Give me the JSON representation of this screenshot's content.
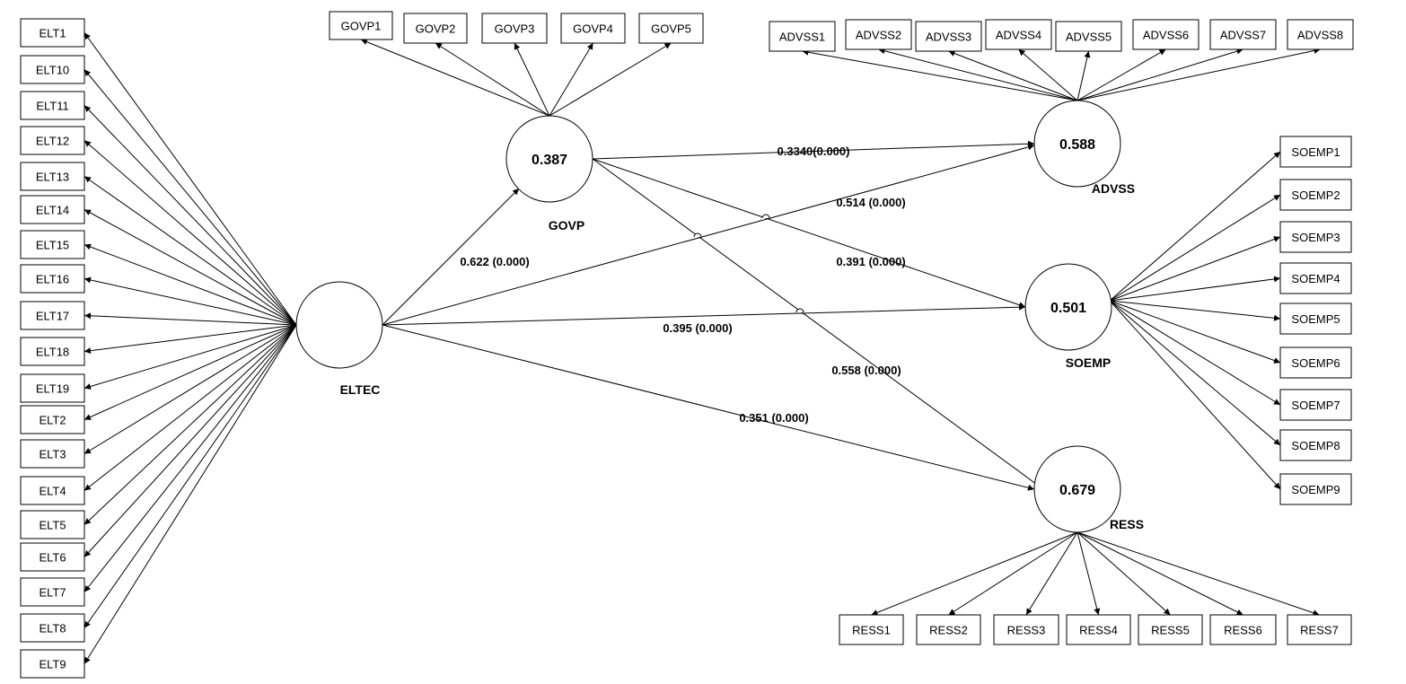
{
  "latent_variables": [
    {
      "id": "ELTEC",
      "name": "ELTEC",
      "r2": ""
    },
    {
      "id": "GOVP",
      "name": "GOVP",
      "r2": "0.387"
    },
    {
      "id": "ADVSS",
      "name": "ADVSS",
      "r2": "0.588"
    },
    {
      "id": "SOEMP",
      "name": "SOEMP",
      "r2": "0.501"
    },
    {
      "id": "RESS",
      "name": "RESS",
      "r2": "0.679"
    }
  ],
  "indicators": {
    "ELTEC": [
      "ELT1",
      "ELT10",
      "ELT11",
      "ELT12",
      "ELT13",
      "ELT14",
      "ELT15",
      "ELT16",
      "ELT17",
      "ELT18",
      "ELT19",
      "ELT2",
      "ELT3",
      "ELT4",
      "ELT5",
      "ELT6",
      "ELT7",
      "ELT8",
      "ELT9"
    ],
    "GOVP": [
      "GOVP1",
      "GOVP2",
      "GOVP3",
      "GOVP4",
      "GOVP5"
    ],
    "ADVSS": [
      "ADVSS1",
      "ADVSS2",
      "ADVSS3",
      "ADVSS4",
      "ADVSS5",
      "ADVSS6",
      "ADVSS7",
      "ADVSS8"
    ],
    "SOEMP": [
      "SOEMP1",
      "SOEMP2",
      "SOEMP3",
      "SOEMP4",
      "SOEMP5",
      "SOEMP6",
      "SOEMP7",
      "SOEMP8",
      "SOEMP9"
    ],
    "RESS": [
      "RESS1",
      "RESS2",
      "RESS3",
      "RESS4",
      "RESS5",
      "RESS6",
      "RESS7"
    ]
  },
  "paths": [
    {
      "from": "ELTEC",
      "to": "GOVP",
      "label": "0.622 (0.000)"
    },
    {
      "from": "ELTEC",
      "to": "ADVSS",
      "label": "0.514 (0.000)"
    },
    {
      "from": "ELTEC",
      "to": "SOEMP",
      "label": "0.395 (0.000)"
    },
    {
      "from": "ELTEC",
      "to": "RESS",
      "label": "0.351 (0.000)"
    },
    {
      "from": "GOVP",
      "to": "ADVSS",
      "label": "0.3340(0.000)"
    },
    {
      "from": "GOVP",
      "to": "SOEMP",
      "label": "0.391 (0.000)"
    },
    {
      "from": "GOVP",
      "to": "RESS",
      "label": "0.558 (0.000)"
    }
  ]
}
